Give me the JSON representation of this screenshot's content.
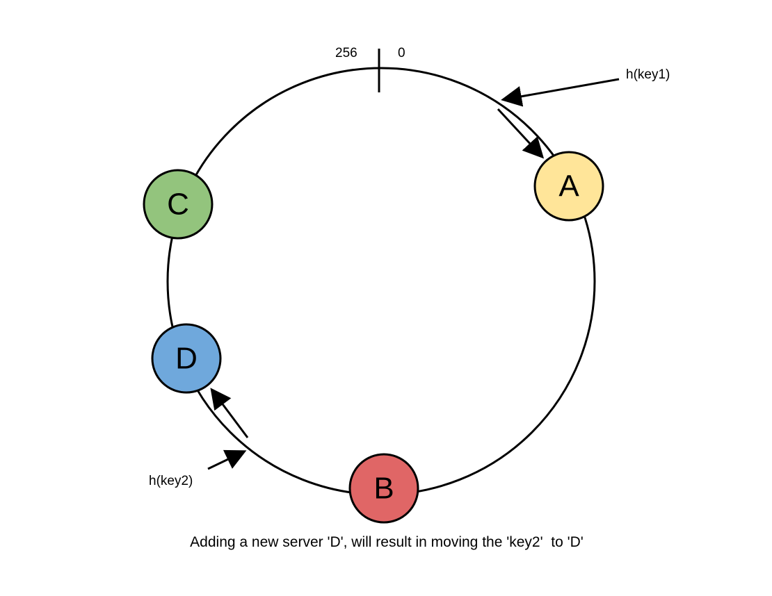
{
  "ring": {
    "start_label": "0",
    "end_label": "256"
  },
  "servers": [
    {
      "id": "a",
      "label": "A",
      "color": "#FFE599"
    },
    {
      "id": "b",
      "label": "B",
      "color": "#E06666"
    },
    {
      "id": "c",
      "label": "C",
      "color": "#93C47D"
    },
    {
      "id": "d",
      "label": "D",
      "color": "#6FA8DC"
    }
  ],
  "keys": {
    "key1": "h(key1)",
    "key2": "h(key2)"
  },
  "caption": "Adding a new server 'D', will result in moving the 'key2'  to 'D'"
}
